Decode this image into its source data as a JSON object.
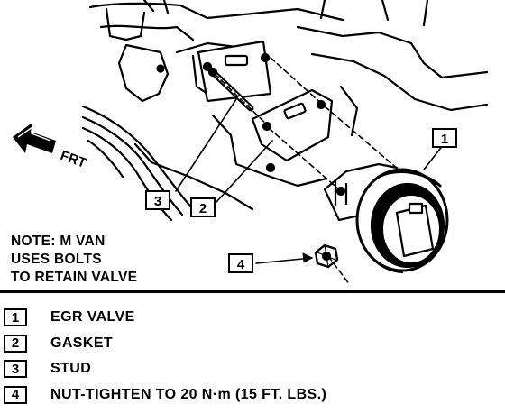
{
  "diagram": {
    "direction_label": "FRT",
    "callouts": [
      "1",
      "2",
      "3",
      "4"
    ]
  },
  "note": {
    "lines": [
      "NOTE: M VAN",
      "USES BOLTS",
      "TO RETAIN VALVE"
    ]
  },
  "legend": [
    {
      "num": "1",
      "text": "EGR VALVE"
    },
    {
      "num": "2",
      "text": "GASKET"
    },
    {
      "num": "3",
      "text": "STUD"
    },
    {
      "num": "4",
      "text": "NUT-TIGHTEN TO 20 N·m (15 FT. LBS.)"
    }
  ]
}
